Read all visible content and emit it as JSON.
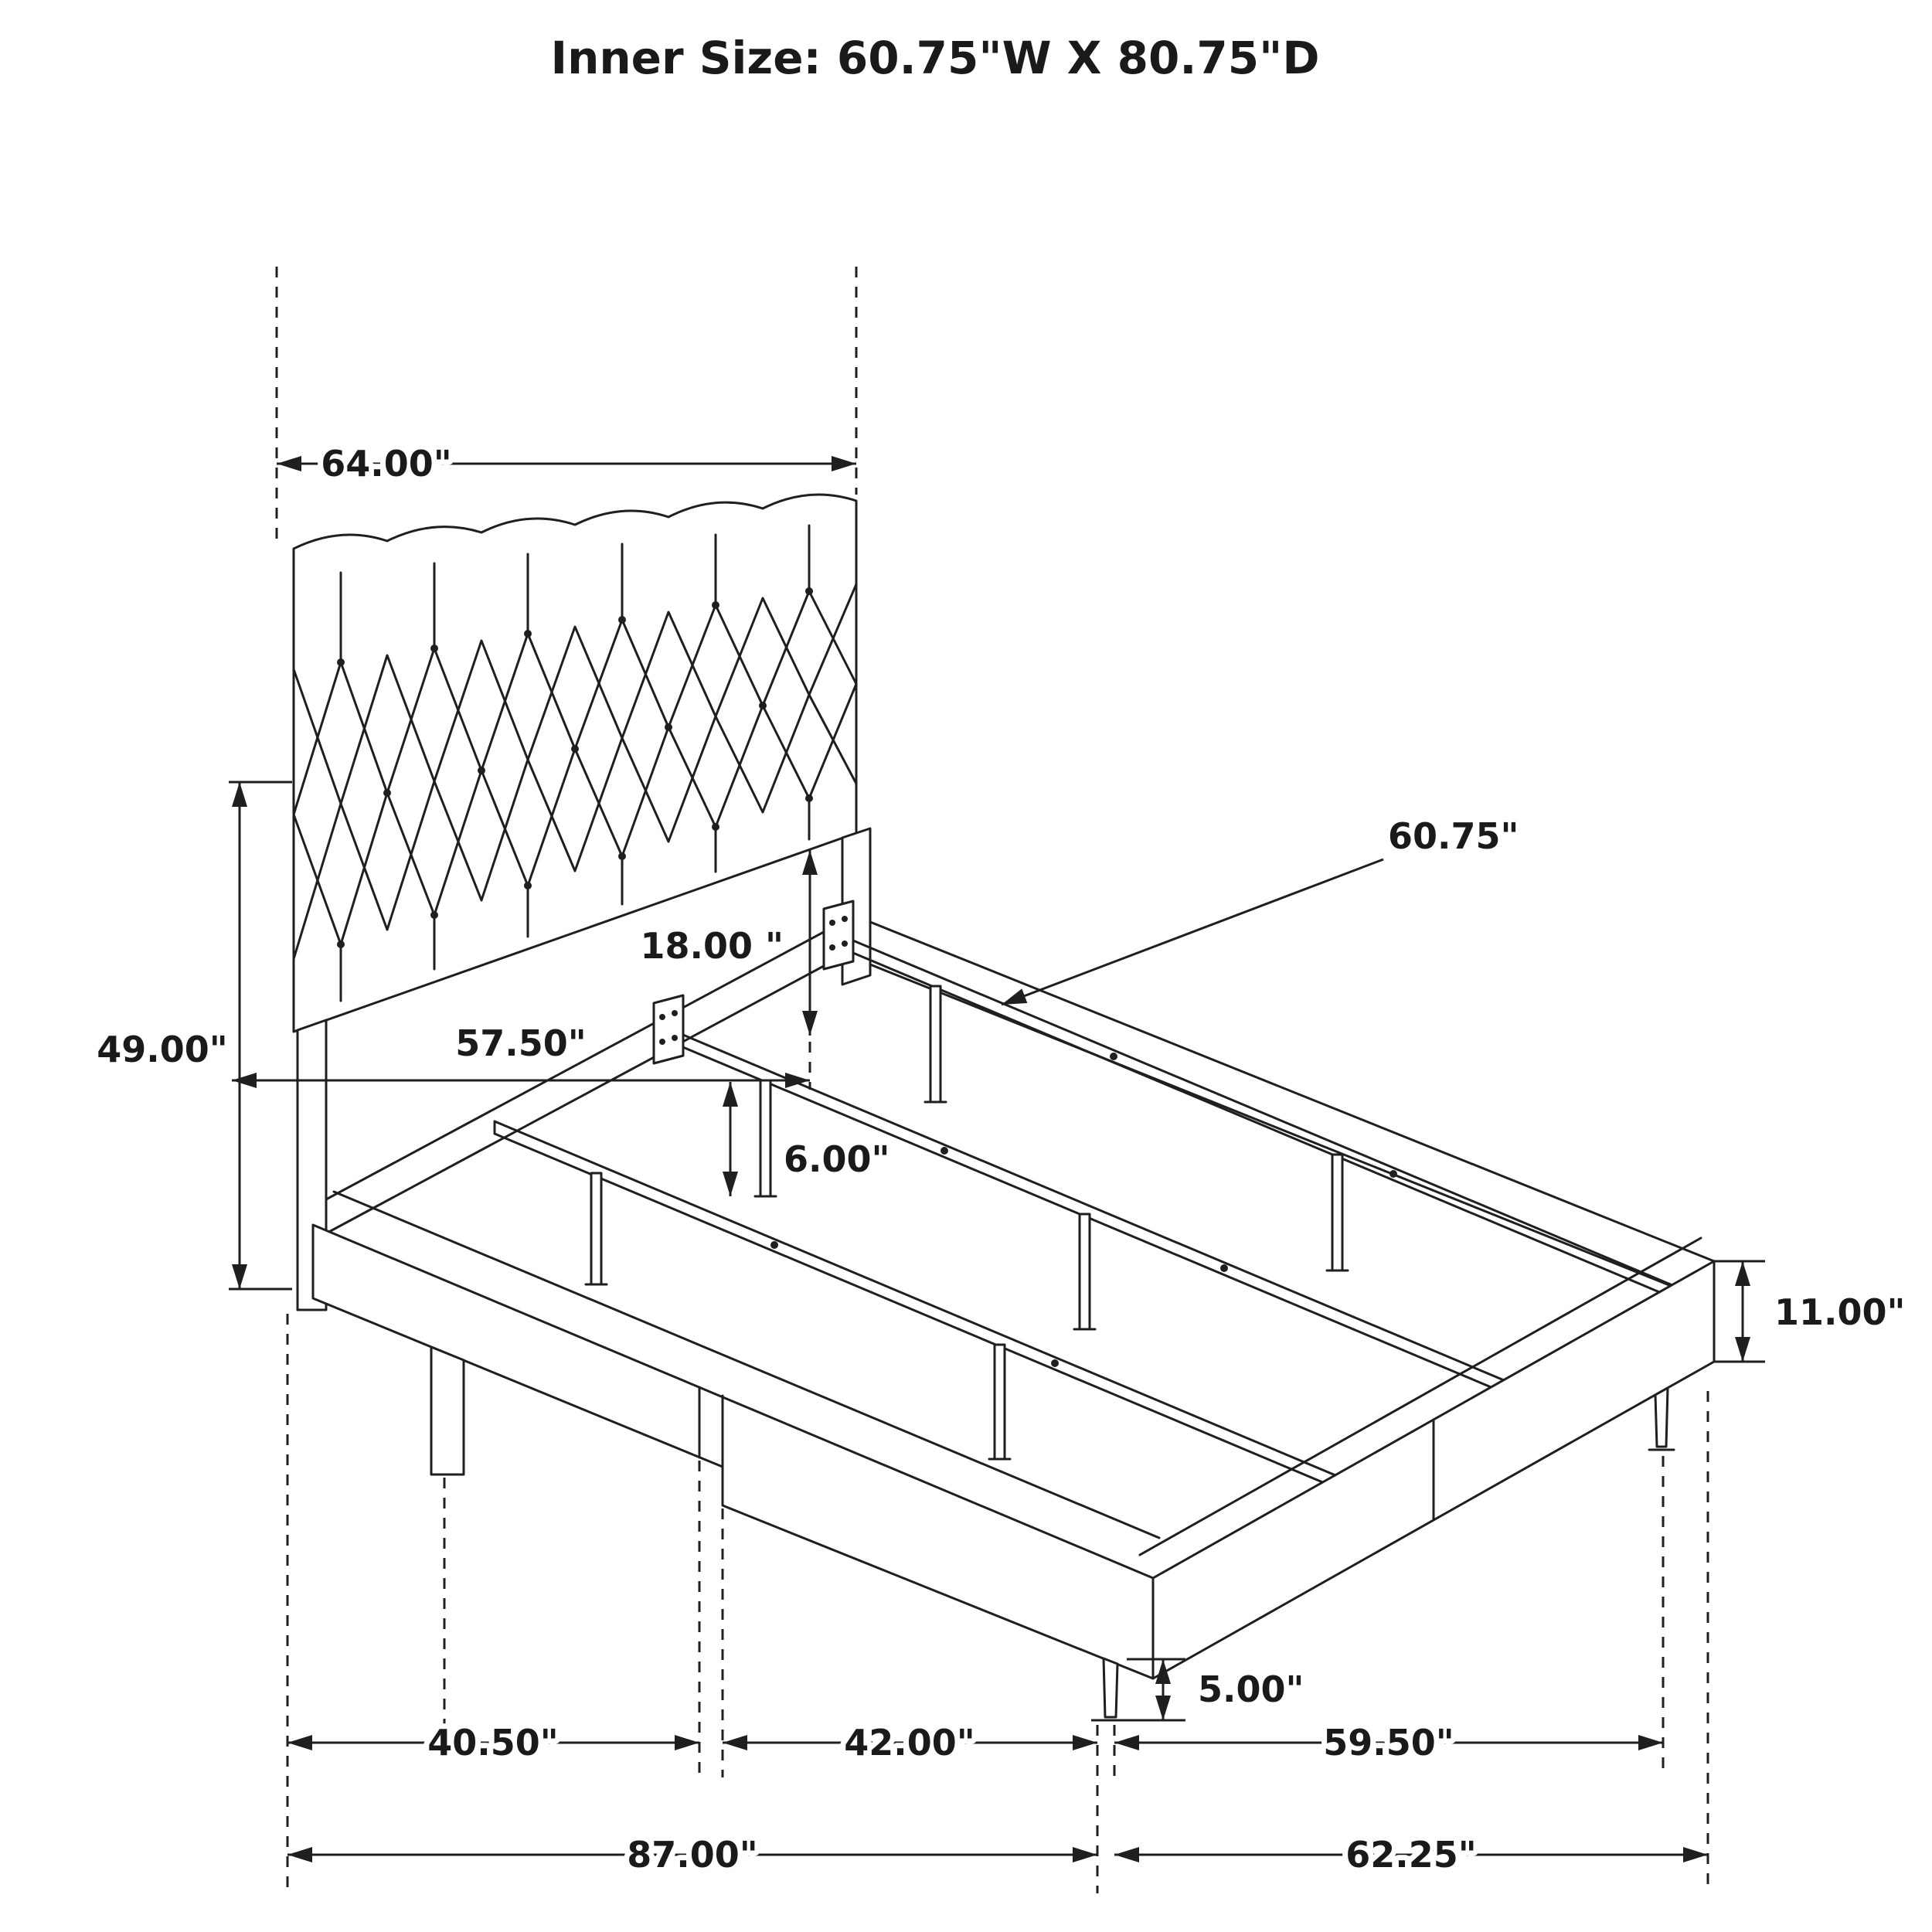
{
  "title": "Inner Size: 60.75\"W X 80.75\"D",
  "dims": {
    "headboard_width": "64.00\"",
    "headboard_height": "49.00\"",
    "panel_drop": "18.00  \"",
    "panel_width": "57.50\"",
    "inner_width": "60.75\"",
    "center_leg_height": "6.00\"",
    "side_rail_height": "11.00\"",
    "foot_leg_height": "5.00\"",
    "section_head": "40.50\"",
    "section_mid": "42.00\"",
    "section_foot": "59.50\"",
    "overall_left": "87.00\"",
    "overall_right": "62.25\""
  }
}
